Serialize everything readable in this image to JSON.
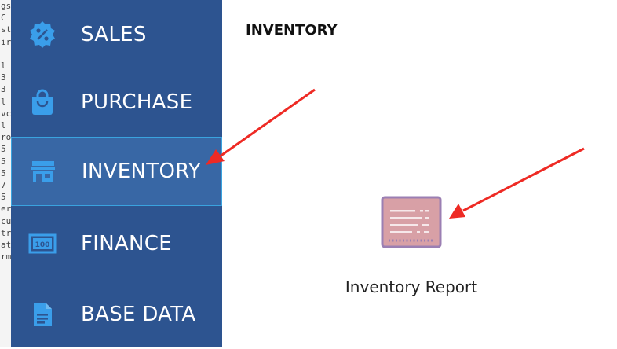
{
  "background_window": {
    "lines": [
      "gs",
      "C",
      "st",
      "ir",
      "",
      "l",
      "3",
      "3",
      "l",
      "vc",
      "l",
      "ro",
      "5",
      "5",
      "5",
      "7",
      "5",
      "er",
      "cu",
      "tr",
      "at",
      "rm"
    ]
  },
  "sidebar": {
    "items": [
      {
        "label": "SALES",
        "icon": "sales-badge-icon",
        "active": false
      },
      {
        "label": "PURCHASE",
        "icon": "shopping-bag-icon",
        "active": false
      },
      {
        "label": "INVENTORY",
        "icon": "store-icon",
        "active": true
      },
      {
        "label": "FINANCE",
        "icon": "banknote-icon",
        "active": false
      },
      {
        "label": "BASE DATA",
        "icon": "document-icon",
        "active": false
      }
    ]
  },
  "main": {
    "title": "INVENTORY",
    "tiles": [
      {
        "label": "Inventory Report",
        "icon": "report-icon"
      }
    ]
  },
  "annotations": {
    "arrow_color": "#ee2a24",
    "arrows": [
      "pointing-to-inventory-nav",
      "pointing-to-inventory-report"
    ]
  },
  "colors": {
    "sidebar_bg": "#2d5490",
    "sidebar_active_bg": "#3867a5",
    "sidebar_active_border": "#3aa3df",
    "icon_blue": "#3a9eea",
    "report_icon_fill": "#d8a0a6",
    "report_icon_border": "#9b7fb3"
  }
}
